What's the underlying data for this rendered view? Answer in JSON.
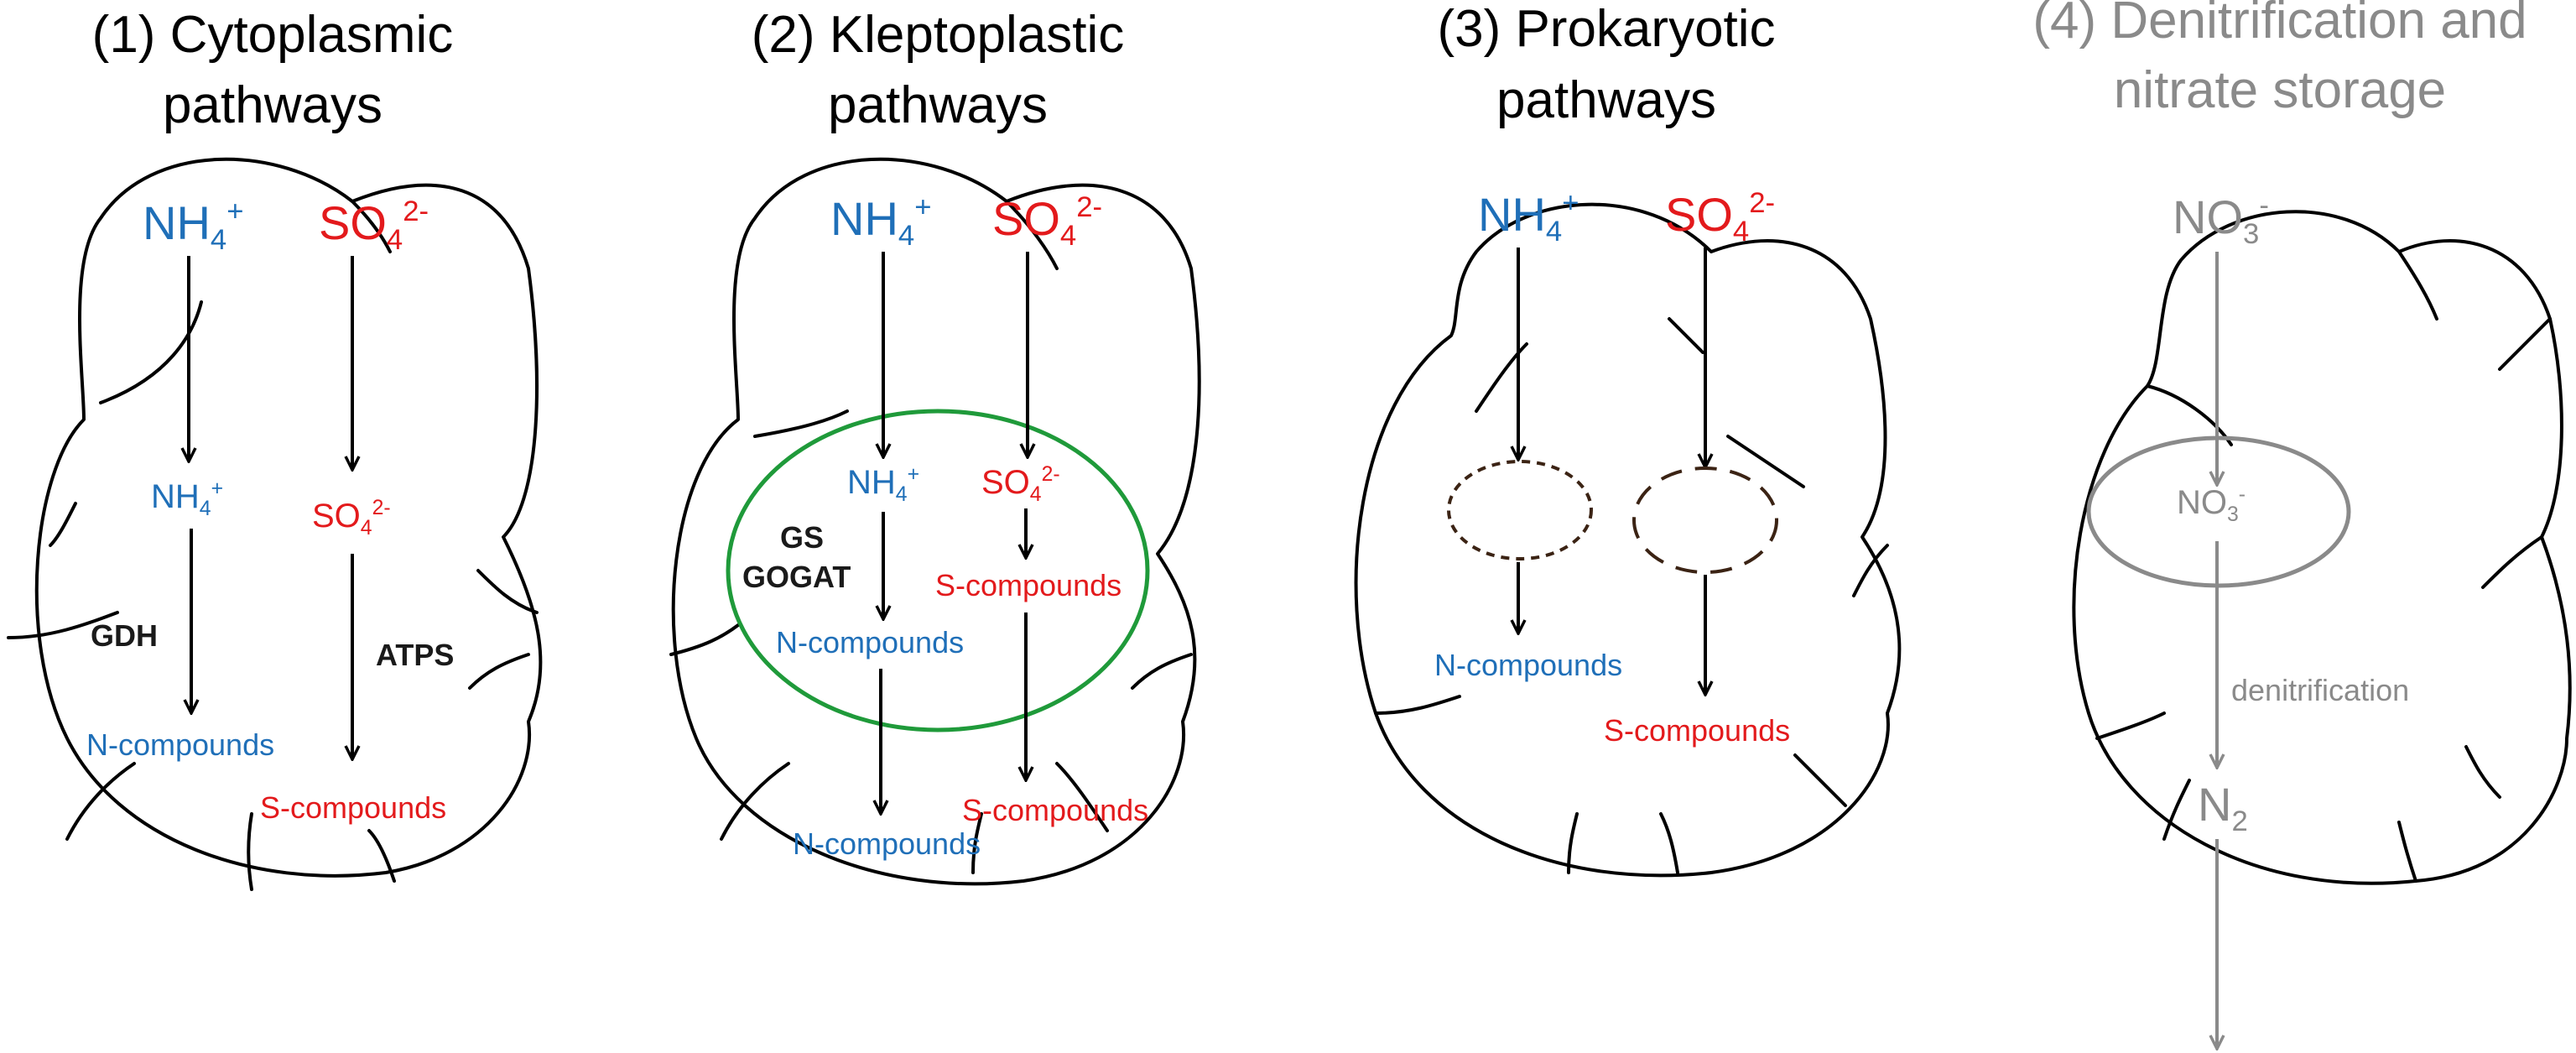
{
  "colors": {
    "nitrogen": "#1f6fb8",
    "sulfur": "#e31a1c",
    "denitrification": "#8a8a8a",
    "kleptoplast": "#1f9a3a",
    "prokaryote": "#3b2314",
    "enzyme": "#1a1a1a",
    "outline": "#000000"
  },
  "panels": [
    {
      "id": "cytoplasmic",
      "title_line1": "(1) Cytoplasmic",
      "title_line2": "pathways",
      "input_n": {
        "base": "NH",
        "sub": "4",
        "sup": "+"
      },
      "input_s": {
        "base": "SO",
        "sub": "4",
        "sup": "2-"
      },
      "inner_n": {
        "base": "NH",
        "sub": "4",
        "sup": "+"
      },
      "inner_s": {
        "base": "SO",
        "sub": "4",
        "sup": "2-"
      },
      "enzyme_n": "GDH",
      "enzyme_s": "ATPS",
      "product_n": "N-compounds",
      "product_s": "S-compounds"
    },
    {
      "id": "kleptoplastic",
      "title_line1": "(2) Kleptoplastic",
      "title_line2": "pathways",
      "input_n": {
        "base": "NH",
        "sub": "4",
        "sup": "+"
      },
      "input_s": {
        "base": "SO",
        "sub": "4",
        "sup": "2-"
      },
      "inner_n": {
        "base": "NH",
        "sub": "4",
        "sup": "+"
      },
      "inner_s": {
        "base": "SO",
        "sub": "4",
        "sup": "2-"
      },
      "enzyme_1": "GS",
      "enzyme_2": "GOGAT",
      "inner_product_s": "S-compounds",
      "inner_product_n": "N-compounds",
      "product_n": "N-compounds",
      "product_s": "S-compounds"
    },
    {
      "id": "prokaryotic",
      "title_line1": "(3) Prokaryotic",
      "title_line2": "pathways",
      "input_n": {
        "base": "NH",
        "sub": "4",
        "sup": "+"
      },
      "input_s": {
        "base": "SO",
        "sub": "4",
        "sup": "2-"
      },
      "product_n": "N-compounds",
      "product_s": "S-compounds"
    },
    {
      "id": "denitrification",
      "title_line1": "(4) Denitrification and",
      "title_line2": "nitrate storage",
      "input": {
        "base": "NO",
        "sub": "3",
        "sup": "-"
      },
      "inner": {
        "base": "NO",
        "sub": "3",
        "sup": "-"
      },
      "process": "denitrification",
      "product": {
        "base": "N",
        "sub": "2"
      }
    }
  ]
}
